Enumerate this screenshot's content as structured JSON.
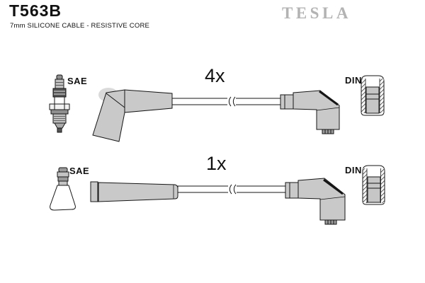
{
  "header": {
    "part_number": "T563B",
    "subtitle": "7mm SILICONE CABLE - RESISTIVE CORE",
    "brand": "TESLA"
  },
  "top_kit": {
    "quantity": "4x",
    "plug_end": "SAE",
    "coil_end": "DIN"
  },
  "bottom_kit": {
    "quantity": "1x",
    "plug_end": "SAE",
    "coil_end": "DIN"
  },
  "colors": {
    "brand_gray": "#b3b3b3",
    "boot_gray": "#c9c9c9",
    "outline": "#161616"
  }
}
